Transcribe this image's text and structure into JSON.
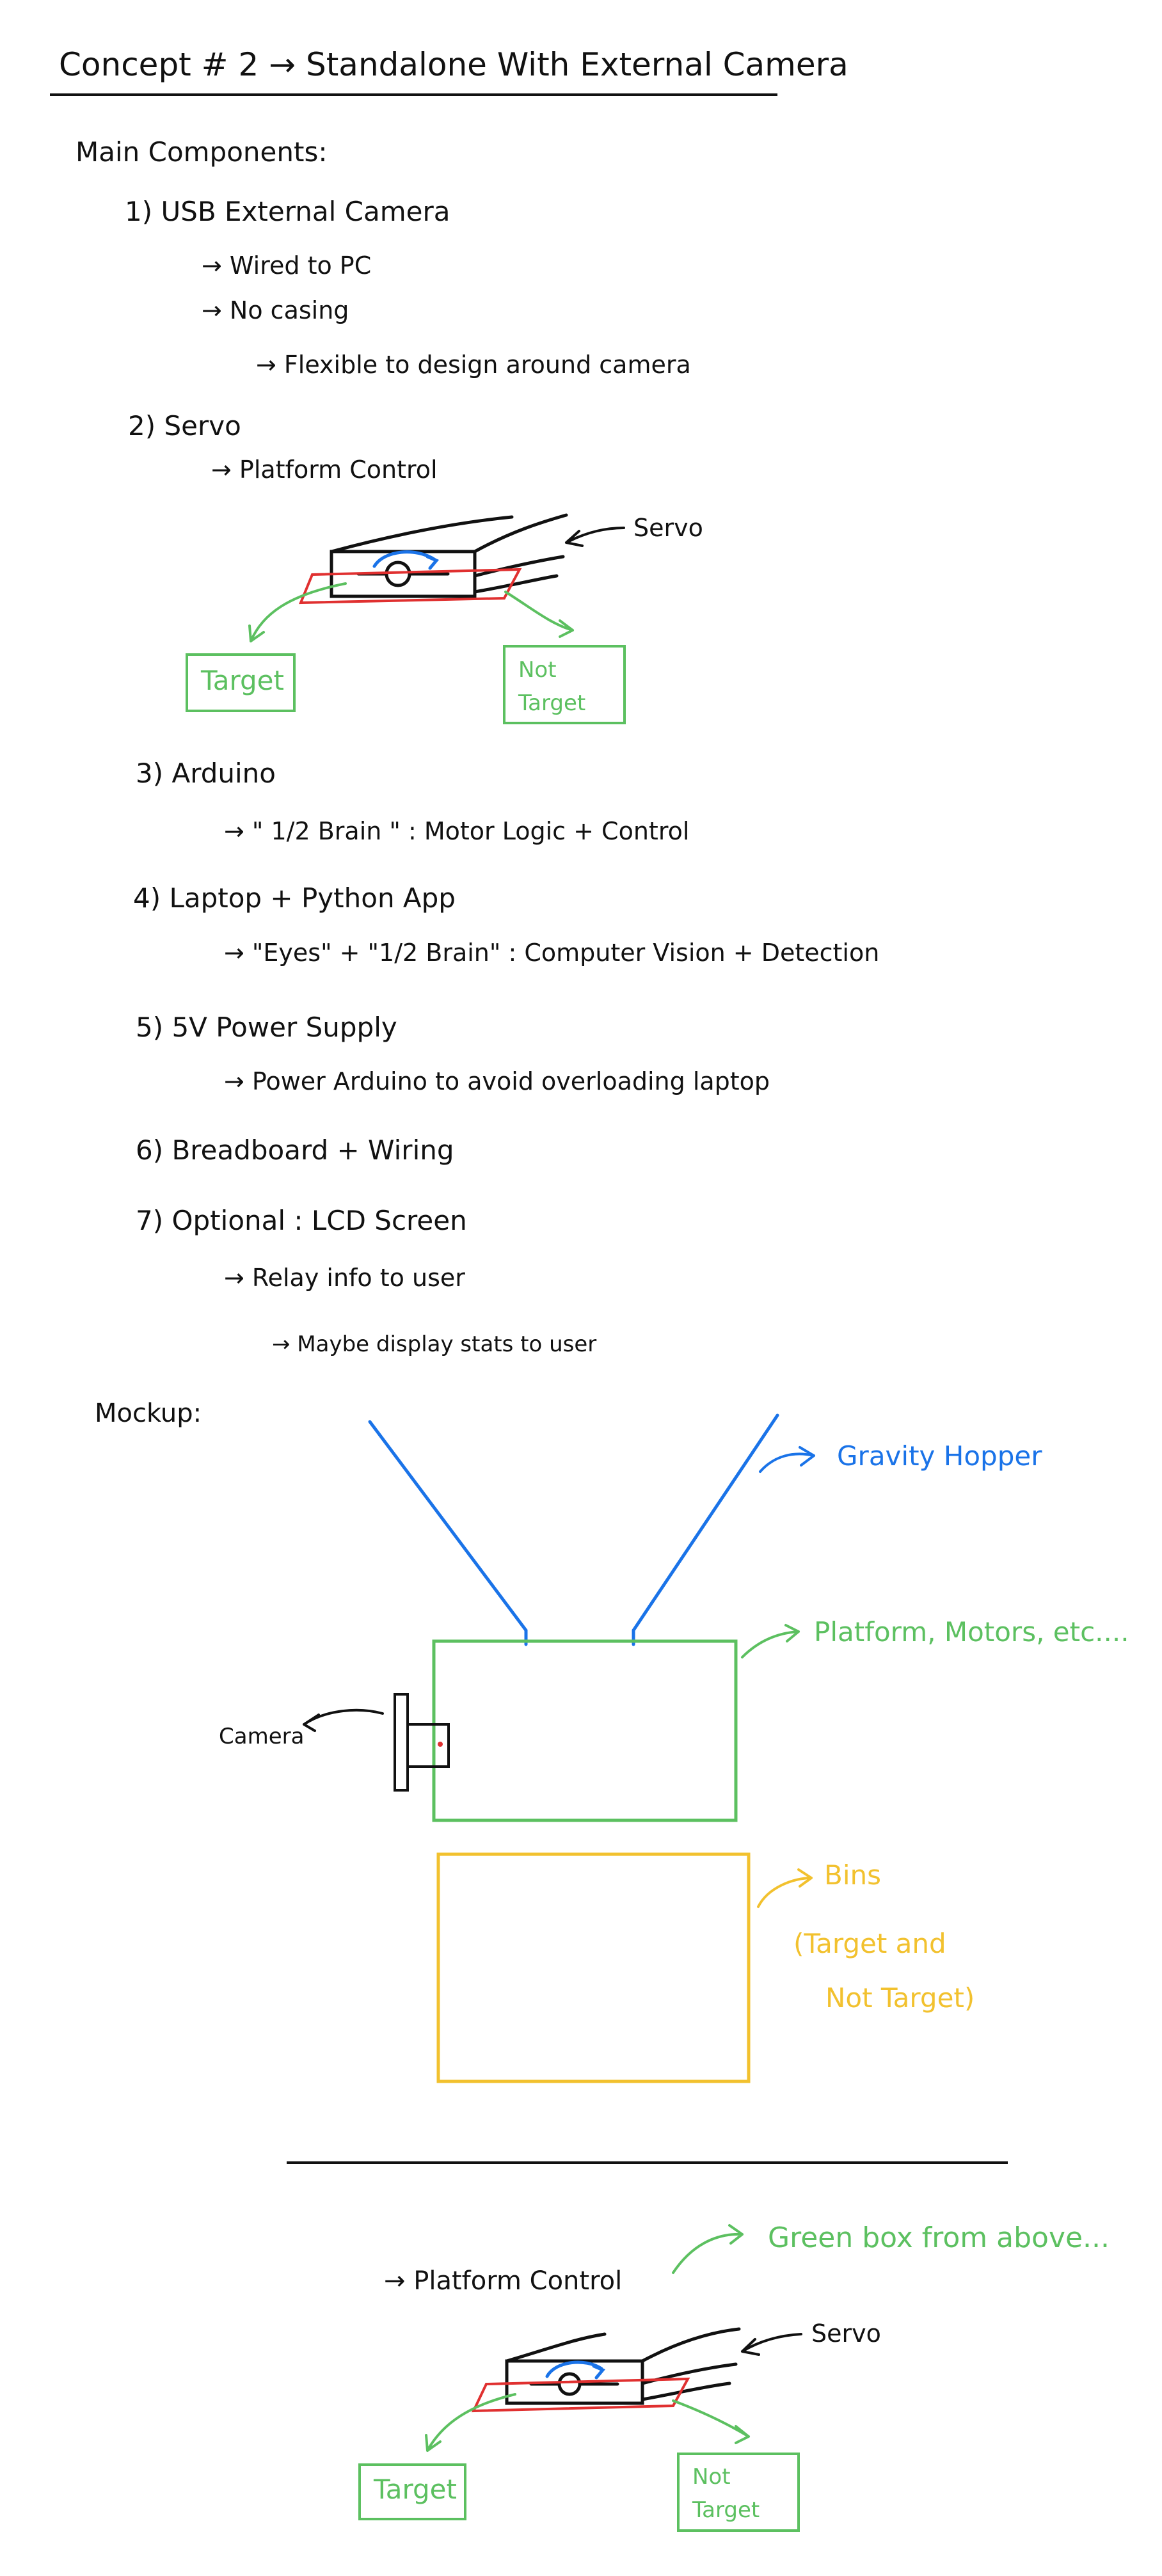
{
  "colors": {
    "ink": "#111111",
    "blue": "#1a73e8",
    "green": "#5cc060",
    "red": "#e03030",
    "yellow": "#f2c12e"
  },
  "title": "Concept # 2 → Standalone With External Camera",
  "main_components": {
    "heading": "Main Components:",
    "items": [
      {
        "label": "1) USB External Camera",
        "subs": [
          "→ Wired to PC",
          "→ No casing"
        ],
        "subsub": "→ Flexible to design around camera"
      },
      {
        "label": "2) Servo",
        "subs": [
          "→ Platform Control"
        ]
      },
      {
        "label": "3) Arduino",
        "subs": [
          "→ \" 1/2 Brain \" : Motor Logic + Control"
        ]
      },
      {
        "label": "4) Laptop + Python App",
        "subs": [
          "→ \"Eyes\" + \"1/2 Brain\" : Computer Vision + Detection"
        ]
      },
      {
        "label": "5) 5V Power Supply",
        "subs": [
          "→ Power Arduino to avoid overloading laptop"
        ]
      },
      {
        "label": "6) Breadboard + Wiring",
        "subs": []
      },
      {
        "label": "7) Optional : LCD Screen",
        "subs": [
          "→ Relay info to user"
        ],
        "subsub": "→ Maybe display stats to user"
      }
    ]
  },
  "servo_sketch": {
    "servo_label": "Servo",
    "target_label": "Target",
    "not_target_label": "Not Target"
  },
  "mockup": {
    "heading": "Mockup:",
    "hopper_label": "Gravity Hopper",
    "platform_label": "Platform, Motors, etc....",
    "camera_label": "Camera",
    "bins_label": "Bins",
    "bins_note": "(Target and Not Target)"
  },
  "bottom": {
    "platform_control": "→ Platform Control",
    "green_box_note": "Green box from above...",
    "servo_label": "Servo",
    "target_label": "Target",
    "not_target_label": "Not Target"
  }
}
